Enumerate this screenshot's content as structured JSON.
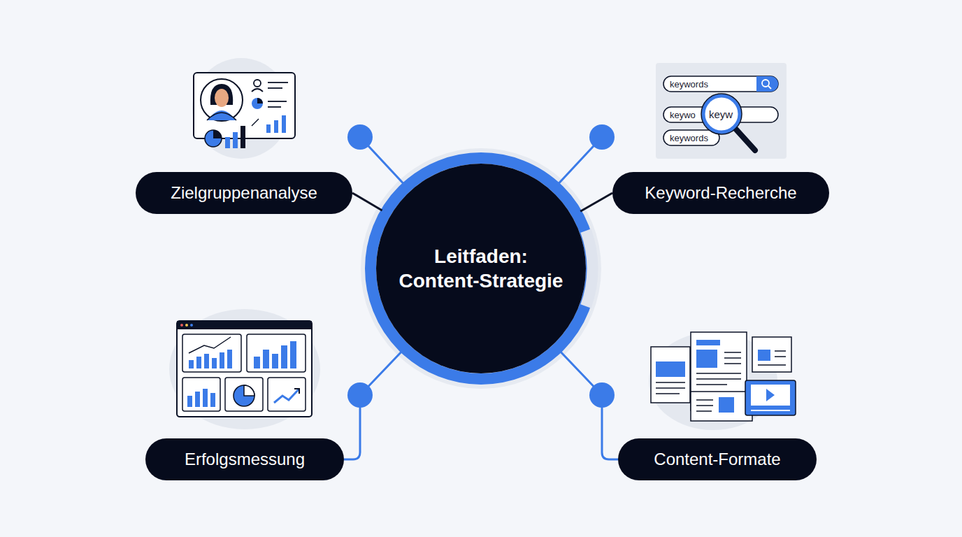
{
  "diagram": {
    "nodes": [
      {
        "text": [
          "Zielgruppenanalyse"
        ]
      },
      {
        "text": [
          "Keyword-Recherche"
        ]
      },
      {
        "text": [
          "Leitfaden: Content-Strategie"
        ]
      },
      {
        "text": [
          "Erfolgsmessung"
        ]
      },
      {
        "text": [
          "Content-Formate"
        ]
      }
    ],
    "edges": [
      {
        "from": 2,
        "to": 0,
        "arrow": "none"
      },
      {
        "from": 2,
        "to": 1,
        "arrow": "none"
      },
      {
        "from": 2,
        "to": 3,
        "arrow": "none"
      },
      {
        "from": 2,
        "to": 4,
        "arrow": "none"
      }
    ],
    "labels": [
      "keywords",
      "keywo",
      "keyw",
      "keywords"
    ]
  }
}
